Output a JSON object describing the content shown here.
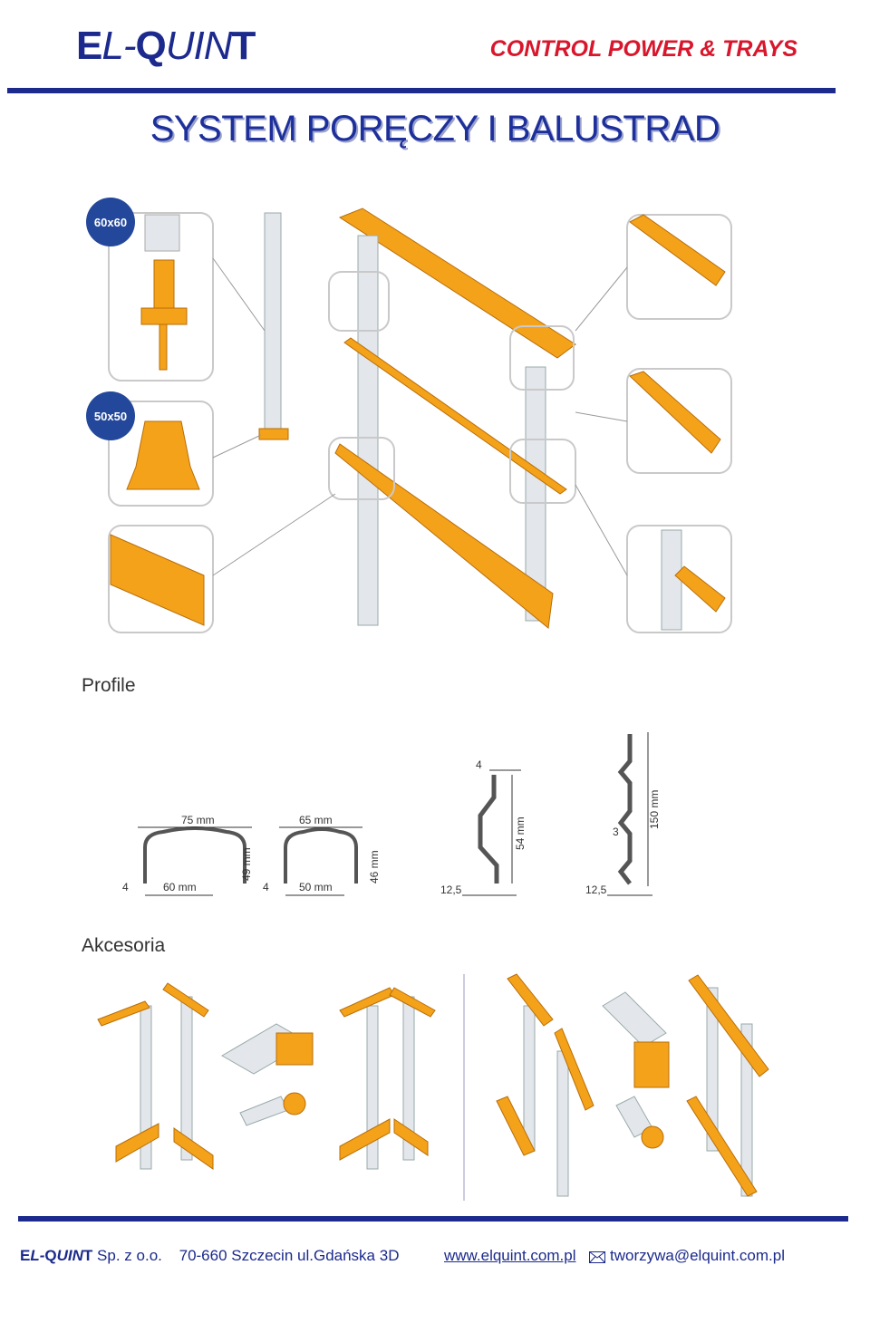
{
  "header": {
    "logo_parts": [
      "E",
      "L",
      "-",
      "Q",
      "UIN",
      "T"
    ],
    "tagline": "CONTROL POWER & TRAYS"
  },
  "title": "SYSTEM PORĘCZY I BALUSTRAD",
  "diagram": {
    "badge_top": "60x60",
    "badge_mid": "50x50"
  },
  "sections": {
    "profiles": "Profile",
    "accessories": "Akcesoria"
  },
  "profiles": {
    "p1": {
      "top": "75 mm",
      "bottom": "60 mm",
      "side": "49 mm",
      "wall": "4"
    },
    "p2": {
      "top": "65 mm",
      "bottom": "50 mm",
      "side": "46 mm",
      "wall": "4"
    },
    "p3": {
      "top": "4",
      "side": "54 mm",
      "bottom": "12,5"
    },
    "p4": {
      "side": "150 mm",
      "mid": "3",
      "bottom": "12,5"
    }
  },
  "footer": {
    "logo_parts": [
      "E",
      "L",
      "-",
      "Q",
      "UIN",
      "T"
    ],
    "company": "Sp. z o.o.",
    "address": "70-660 Szczecin ul.Gdańska 3D",
    "website": "www.elquint.com.pl",
    "email": "tworzywa@elquint.com.pl"
  },
  "colors": {
    "brand_blue": "#1b2a8c",
    "tagline_red": "#d8162c",
    "rail_orange": "#f4a21a",
    "post_grey": "#d9dde2"
  },
  "icons": [
    "envelope-icon"
  ]
}
